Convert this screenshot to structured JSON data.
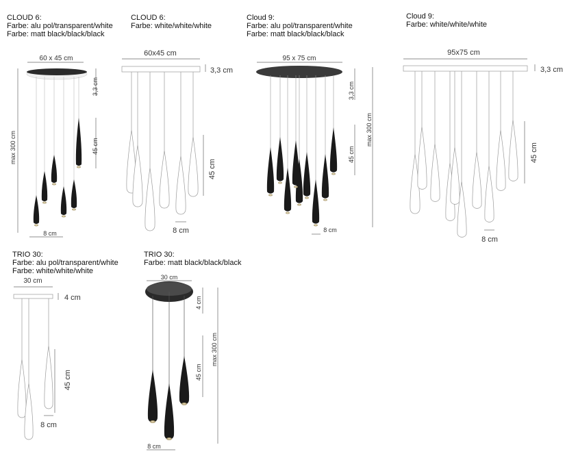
{
  "products": [
    {
      "id": "cloud6-alu",
      "title_lines": [
        "CLOUD 6:",
        "Farbe: alu pol/transparent/white",
        "Farbe: matt black/black/black"
      ],
      "labels": {
        "width": "60 x 45 cm",
        "canopy": "3,3 cm",
        "drop": "45 cm",
        "max": "max 300 cm",
        "diameter": "8 cm"
      }
    },
    {
      "id": "cloud6-white",
      "title_lines": [
        "CLOUD 6:",
        "Farbe: white/white/white"
      ],
      "labels": {
        "width": "60x45 cm",
        "canopy": "3,3 cm",
        "drop": "45 cm",
        "diameter": "8 cm"
      }
    },
    {
      "id": "cloud9-alu",
      "title_lines": [
        "Cloud 9:",
        "Farbe: alu pol/transparent/white",
        "Farbe: matt black/black/black"
      ],
      "labels": {
        "width": "95 x 75 cm",
        "canopy": "3,3 cm",
        "drop": "45 cm",
        "max": "max 300 cm",
        "diameter": "8 cm"
      }
    },
    {
      "id": "cloud9-white",
      "title_lines": [
        "Cloud 9:",
        "Farbe: white/white/white"
      ],
      "labels": {
        "width": "95x75 cm",
        "canopy": "3,3 cm",
        "drop": "45 cm",
        "diameter": "8 cm"
      }
    },
    {
      "id": "trio30-alu",
      "title_lines": [
        "TRIO 30:",
        "Farbe: alu pol/transparent/white",
        "Farbe: white/white/white"
      ],
      "labels": {
        "width": "30 cm",
        "canopy": "4 cm",
        "drop": "45 cm",
        "diameter": "8 cm"
      }
    },
    {
      "id": "trio30-black",
      "title_lines": [
        "TRIO 30:",
        "Farbe: matt black/black/black"
      ],
      "labels": {
        "width": "30 cm",
        "canopy": "4 cm",
        "drop": "45 cm",
        "max": "max 300 cm",
        "diameter": "8 cm"
      }
    }
  ],
  "colors": {
    "black_shade": "#1a1a1a",
    "outline": "#888888",
    "dim_line": "#666666",
    "canopy_dark": "#3a3a3a"
  }
}
